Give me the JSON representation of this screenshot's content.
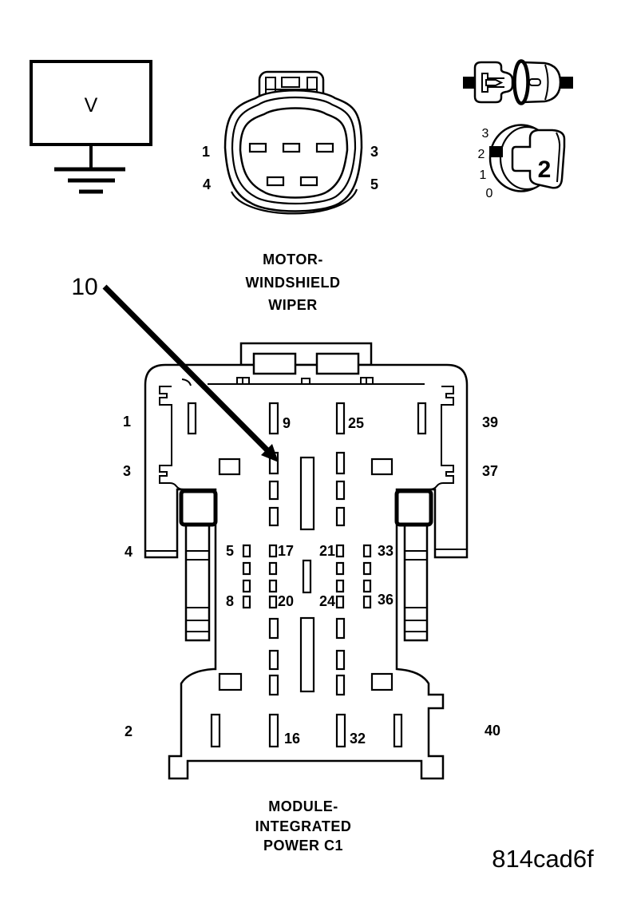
{
  "figure_code": "814cad6f",
  "callout": {
    "label": "10"
  },
  "voltmeter": {
    "label": "V"
  },
  "wiper": {
    "title": [
      "MOTOR-",
      "WINDSHIELD",
      "WIPER"
    ],
    "pins": {
      "p1": "1",
      "p3": "3",
      "p4": "4",
      "p5": "5"
    }
  },
  "terminal_gauge": {
    "scale": [
      "3",
      "2",
      "1",
      "0"
    ],
    "size": "2"
  },
  "ipm": {
    "title": [
      "MODULE-",
      "INTEGRATED",
      "POWER C1"
    ],
    "labels": {
      "p1": "1",
      "p2": "2",
      "p3": "3",
      "p4": "4",
      "p5": "5",
      "p8": "8",
      "p9": "9",
      "p16": "16",
      "p17": "17",
      "p20": "20",
      "p21": "21",
      "p24": "24",
      "p25": "25",
      "p32": "32",
      "p33": "33",
      "p36": "36",
      "p37": "37",
      "p39": "39",
      "p40": "40"
    }
  }
}
